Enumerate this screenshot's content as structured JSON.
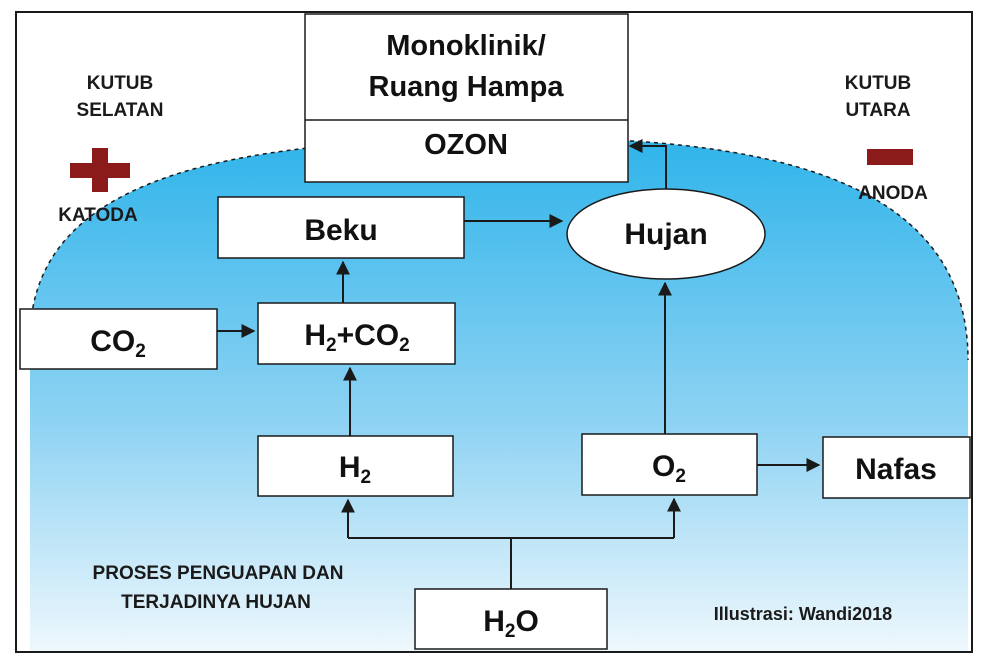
{
  "colors": {
    "sky_top": "#2fb4ea",
    "sky_bottom": "#f2f9fd",
    "box_fill": "#ffffff",
    "stroke": "#1a1a1a",
    "cathode_symbol": "#8b1a1a",
    "anode_symbol": "#8b1a1a"
  },
  "left_pole": {
    "line1": "KUTUB",
    "line2": "SELATAN",
    "electrode": "KATODA",
    "symbol": "plus-icon"
  },
  "right_pole": {
    "line1": "KUTUB",
    "line2": "UTARA",
    "electrode": "ANODA",
    "symbol": "minus-icon"
  },
  "top_box": {
    "line1": "Monoklinik/",
    "line2": "Ruang Hampa",
    "layer": "OZON"
  },
  "nodes": {
    "beku": "Beku",
    "hujan": "Hujan",
    "co2": {
      "base": "CO",
      "sub": "2"
    },
    "h2_co2": {
      "a": "H",
      "a_sub": "2",
      "b": "+CO",
      "b_sub": "2"
    },
    "h2": {
      "base": "H",
      "sub": "2"
    },
    "o2": {
      "base": "O",
      "sub": "2"
    },
    "nafas": "Nafas",
    "h2o": {
      "a": "H",
      "sub": "2",
      "b": "O"
    }
  },
  "caption": {
    "line1": "PROSES PENGUAPAN DAN",
    "line2": "TERJADINYA HUJAN"
  },
  "credit": "Illustrasi: Wandi2018"
}
